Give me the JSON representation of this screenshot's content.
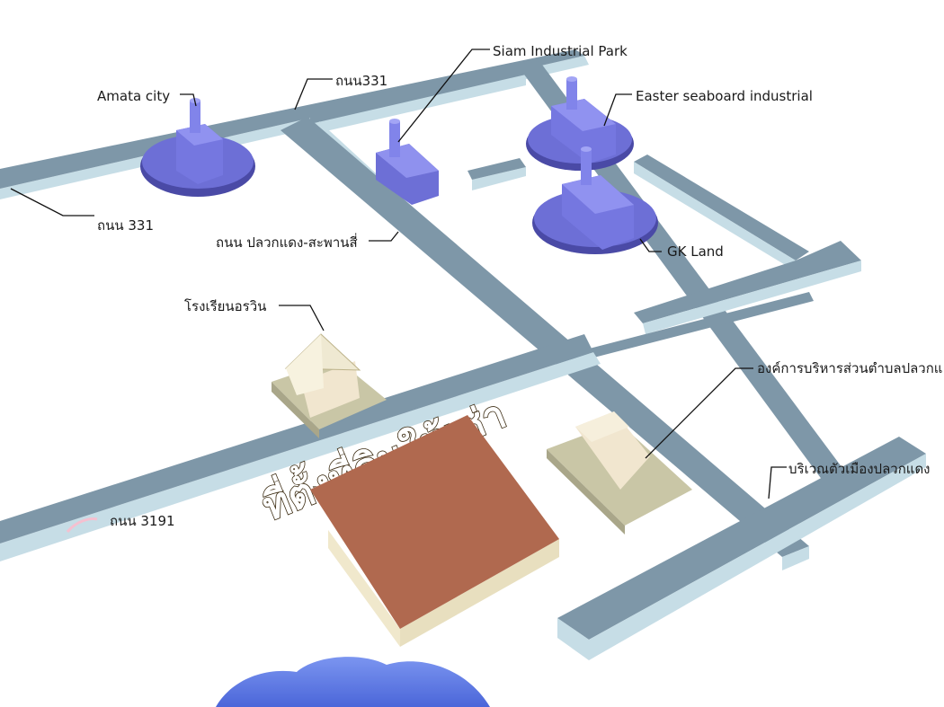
{
  "title": "ที่ตั้งที่ดินให้เช่า",
  "colors": {
    "background": "#ffffff",
    "road_top": "#7e97a8",
    "road_side": "#c6dde6",
    "factory": "#6d6fd6",
    "factory_base": "#4a4aa6",
    "land_plot": "#b0694f",
    "building_base": "#c9c6a6",
    "building": "#f1e6cf",
    "water": "#5a78e6"
  },
  "labels": {
    "siam_industrial_park": "Siam Industrial Park",
    "amata_city": "Amata city",
    "road_331_top": "ถนน331",
    "eastern_seaboard": "Easter seaboard industrial",
    "road_331_left": "ถนน 331",
    "road_pluak_daeng": "ถนน ปลวกแดง-สะพานสี่",
    "gk_land": "GK Land",
    "school": "โรงเรียนอรวิน",
    "sao_office": "องค์การบริหารส่วนตำบลปลวกแ",
    "town_area": "บริเวณตัวเมืองปลวกแดง",
    "road_3191": "ถนน 3191"
  }
}
